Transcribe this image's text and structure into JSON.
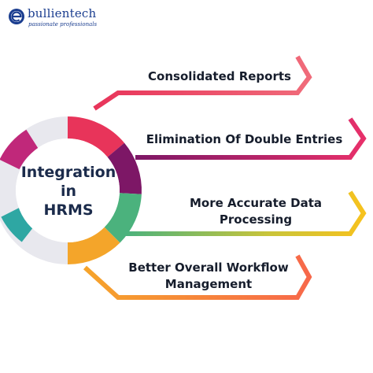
{
  "logo": {
    "icon": "e-monogram-icon",
    "name": "bullientech",
    "tagline": "passionate professionals",
    "brand_color": "#1a3d8f"
  },
  "center": {
    "lines": [
      "Integration",
      "in",
      "HRMS"
    ]
  },
  "items": [
    {
      "label": "Consolidated Reports",
      "color": "#e8345a"
    },
    {
      "label": "Elimination Of Double Entries",
      "color": "#8a1f6d"
    },
    {
      "label_lines": [
        "More Accurate Data",
        "Processing"
      ],
      "color": "#f3c221"
    },
    {
      "label_lines": [
        "Better Overall Workflow",
        "Management"
      ],
      "color": "#f77a3c"
    }
  ],
  "ring_colors": {
    "pink": "#e8345a",
    "purple": "#7d1766",
    "green": "#4bb27d",
    "orange": "#f4a52a",
    "magenta": "#c0287a",
    "teal": "#2ea7a3"
  }
}
